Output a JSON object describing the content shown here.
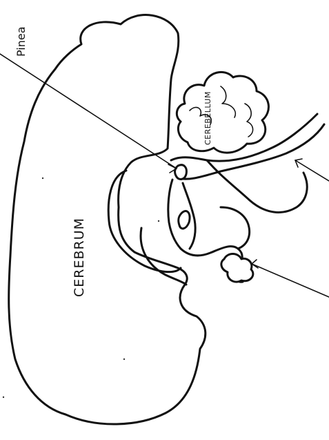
{
  "labels": {
    "top_left": "Pinea",
    "cerebrum": "CEREBRUM",
    "cerebellum": "CEREBELLUM"
  }
}
